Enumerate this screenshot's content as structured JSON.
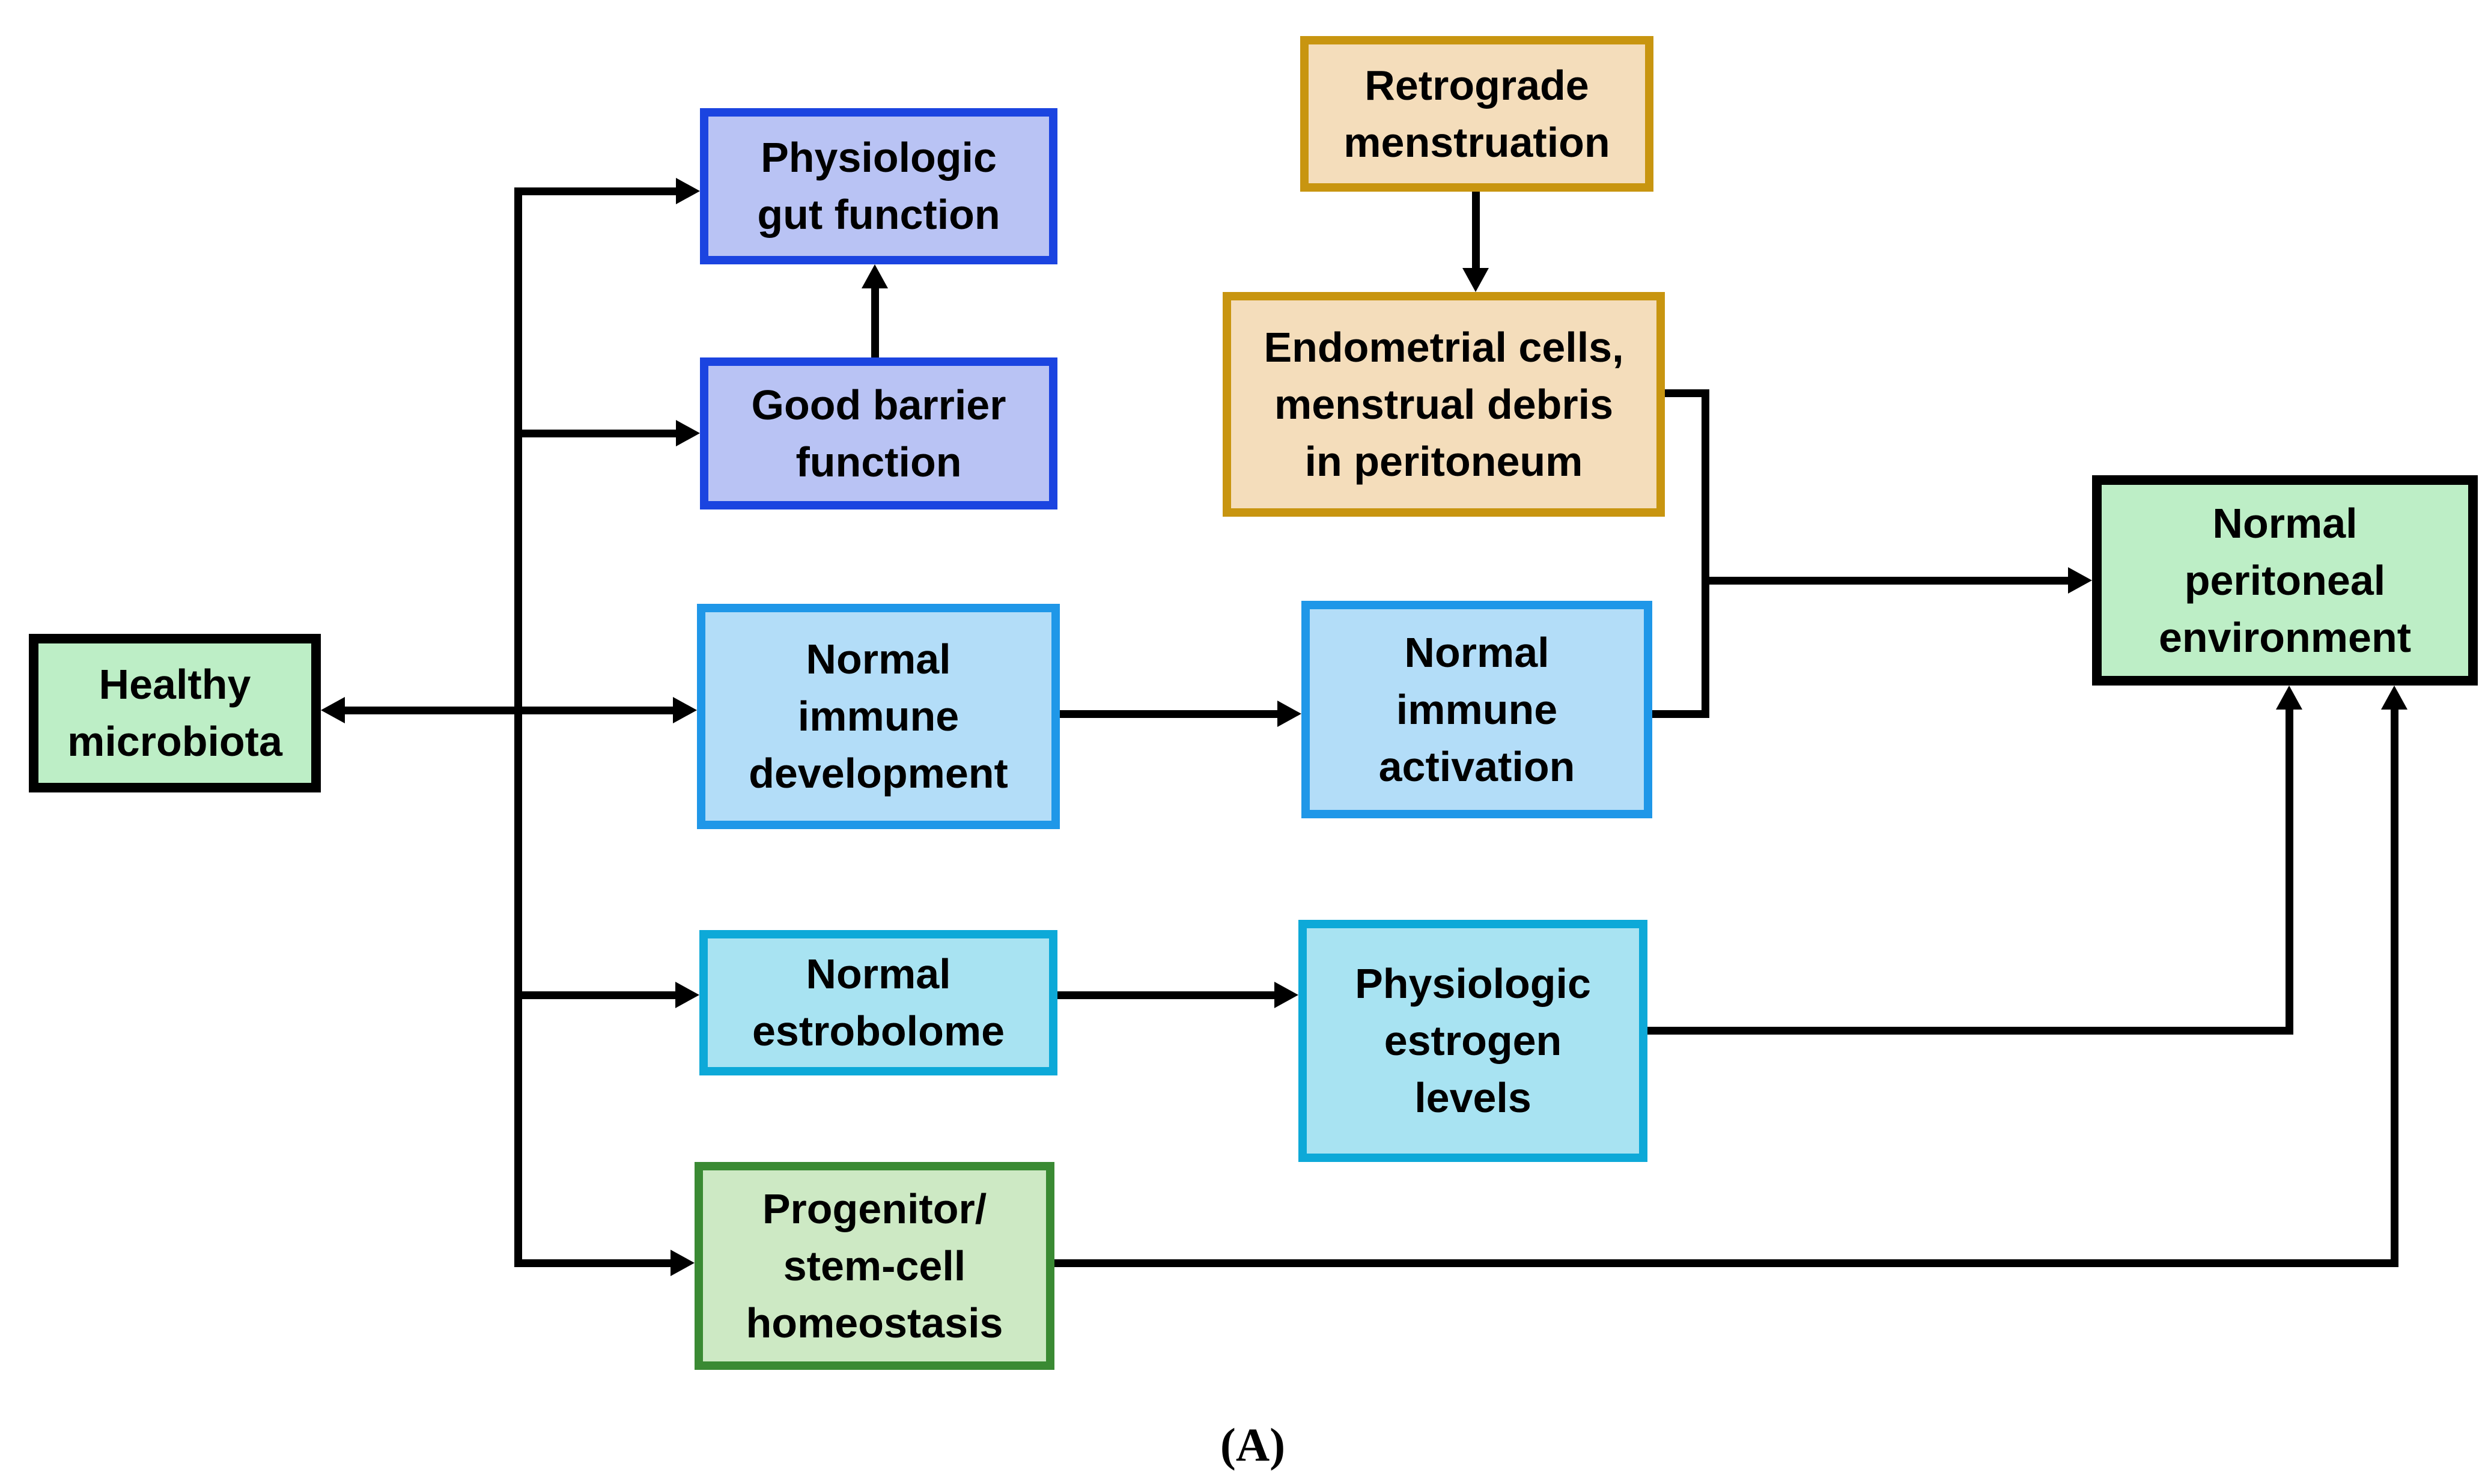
{
  "figure_label": "(A)",
  "nodes": {
    "healthy_microbiota": {
      "label": "Healthy\nmicrobiota"
    },
    "physiologic_gut_function": {
      "label": "Physiologic\ngut function"
    },
    "good_barrier_function": {
      "label": "Good barrier\nfunction"
    },
    "normal_immune_development": {
      "label": "Normal\nimmune\ndevelopment"
    },
    "normal_immune_activation": {
      "label": "Normal\nimmune\nactivation"
    },
    "retrograde_menstruation": {
      "label": "Retrograde\nmenstruation"
    },
    "endometrial_cells": {
      "label": "Endometrial cells,\nmenstrual debris\nin peritoneum"
    },
    "normal_estrobolome": {
      "label": "Normal\nestrobolome"
    },
    "physiologic_estrogen_levels": {
      "label": "Physiologic\nestrogen\nlevels"
    },
    "progenitor_stem_cell_homeostasis": {
      "label": "Progenitor/\nstem-cell\nhomeostasis"
    },
    "normal_peritoneal_environment": {
      "label": "Normal\nperitoneal\nenvironment"
    }
  },
  "edges": [
    "healthy_microbiota <-> normal_immune_development",
    "trunk -> physiologic_gut_function",
    "trunk -> good_barrier_function",
    "trunk -> normal_estrobolome",
    "trunk -> progenitor_stem_cell_homeostasis",
    "good_barrier_function -> physiologic_gut_function",
    "retrograde_menstruation -> endometrial_cells",
    "normal_immune_development -> normal_immune_activation",
    "endometrial_cells + normal_immune_activation -> normal_peritoneal_environment",
    "normal_estrobolome -> physiologic_estrogen_levels",
    "physiologic_estrogen_levels -> normal_peritoneal_environment",
    "progenitor_stem_cell_homeostasis -> normal_peritoneal_environment"
  ],
  "colors": {
    "background": "#ffffff",
    "line": "#000000",
    "royal_blue_border": "#1b44e0",
    "periwinkle_fill": "#b9c3f4",
    "blue_border": "#1f97e8",
    "light_blue_fill": "#b3ddf8",
    "cyan_border": "#0da9d8",
    "light_cyan_fill": "#a8e3f2",
    "gold_border": "#c89510",
    "tan_fill": "#f4ddbb",
    "black_border": "#000000",
    "green_fill": "#bdeec6",
    "dark_green_border": "#3a8a33",
    "light_green_fill": "#cde9c4",
    "text": "#000000"
  }
}
